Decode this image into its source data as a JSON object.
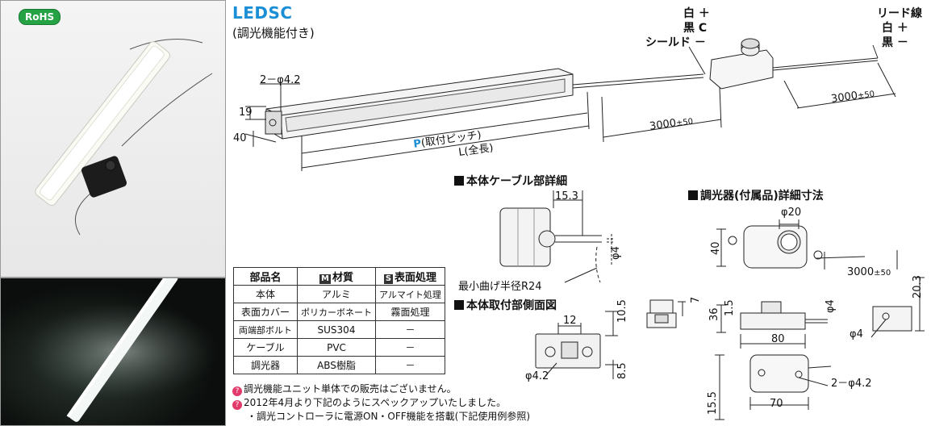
{
  "badge": "RoHS",
  "title": "LEDSC",
  "subtitle": "(調光機能付き)",
  "wire_labels_left": [
    "白 ＋",
    "黒 C",
    "シールド －"
  ],
  "wire_labels_right": [
    "リード線",
    "白 ＋",
    "黒 －"
  ],
  "main_drawing": {
    "hole_label": "2－φ4.2",
    "height_19": "19",
    "width_40": "40",
    "pitch_label_p": "P",
    "pitch_label": "(取付ピッチ)",
    "length_label": "L(全長)",
    "cable1": "3000",
    "cable1_tol": "±50",
    "cable2": "3000",
    "cable2_tol": "±50"
  },
  "cable_section": {
    "heading": "本体ケーブル部詳細",
    "dim_15_3": "15.3",
    "dim_phi4": "φ4",
    "bend_label": "最小曲げ半径R24"
  },
  "mount_section": {
    "heading": "本体取付部側面図",
    "dim_12": "12",
    "dim_10_5": "10.5",
    "dim_8_5": "8.5",
    "dim_phi4_2": "φ4.2"
  },
  "dimmer_section": {
    "heading": "調光器(付属品)詳細寸法",
    "dim_phi20": "φ20",
    "dim_40": "40",
    "cable": "3000",
    "cable_tol": "±50",
    "dim_7": "7",
    "dim_36": "36",
    "dim_1_5": "1.5",
    "dim_phi4": "φ4",
    "dim_20_3": "20.3",
    "dim_80": "80",
    "dim_phi4b": "φ4",
    "holes": "2－φ4.2",
    "dim_15_5": "15.5",
    "dim_70": "70"
  },
  "table": {
    "headers": [
      "部品名",
      "材質",
      "表面処理"
    ],
    "header_badges": [
      "",
      "M",
      "S"
    ],
    "rows": [
      [
        "本体",
        "アルミ",
        "アルマイト処理"
      ],
      [
        "表面カバー",
        "ポリカーボネート",
        "霧面処理"
      ],
      [
        "両端部ボルト",
        "SUS304",
        "－"
      ],
      [
        "ケーブル",
        "PVC",
        "－"
      ],
      [
        "調光器",
        "ABS樹脂",
        "－"
      ]
    ]
  },
  "notes": [
    "調光機能ユニット単体での販売はございません。",
    "2012年4月より下記のようにスペックアップいたしました。",
    "・調光コントローラに電源ON・OFF機能を搭載(下記使用例参照)"
  ],
  "colors": {
    "title": "#1b8fd6",
    "rohs": "#25a244",
    "pitch_p": "#1b8fd6",
    "note_icon": "#e23b6b"
  }
}
